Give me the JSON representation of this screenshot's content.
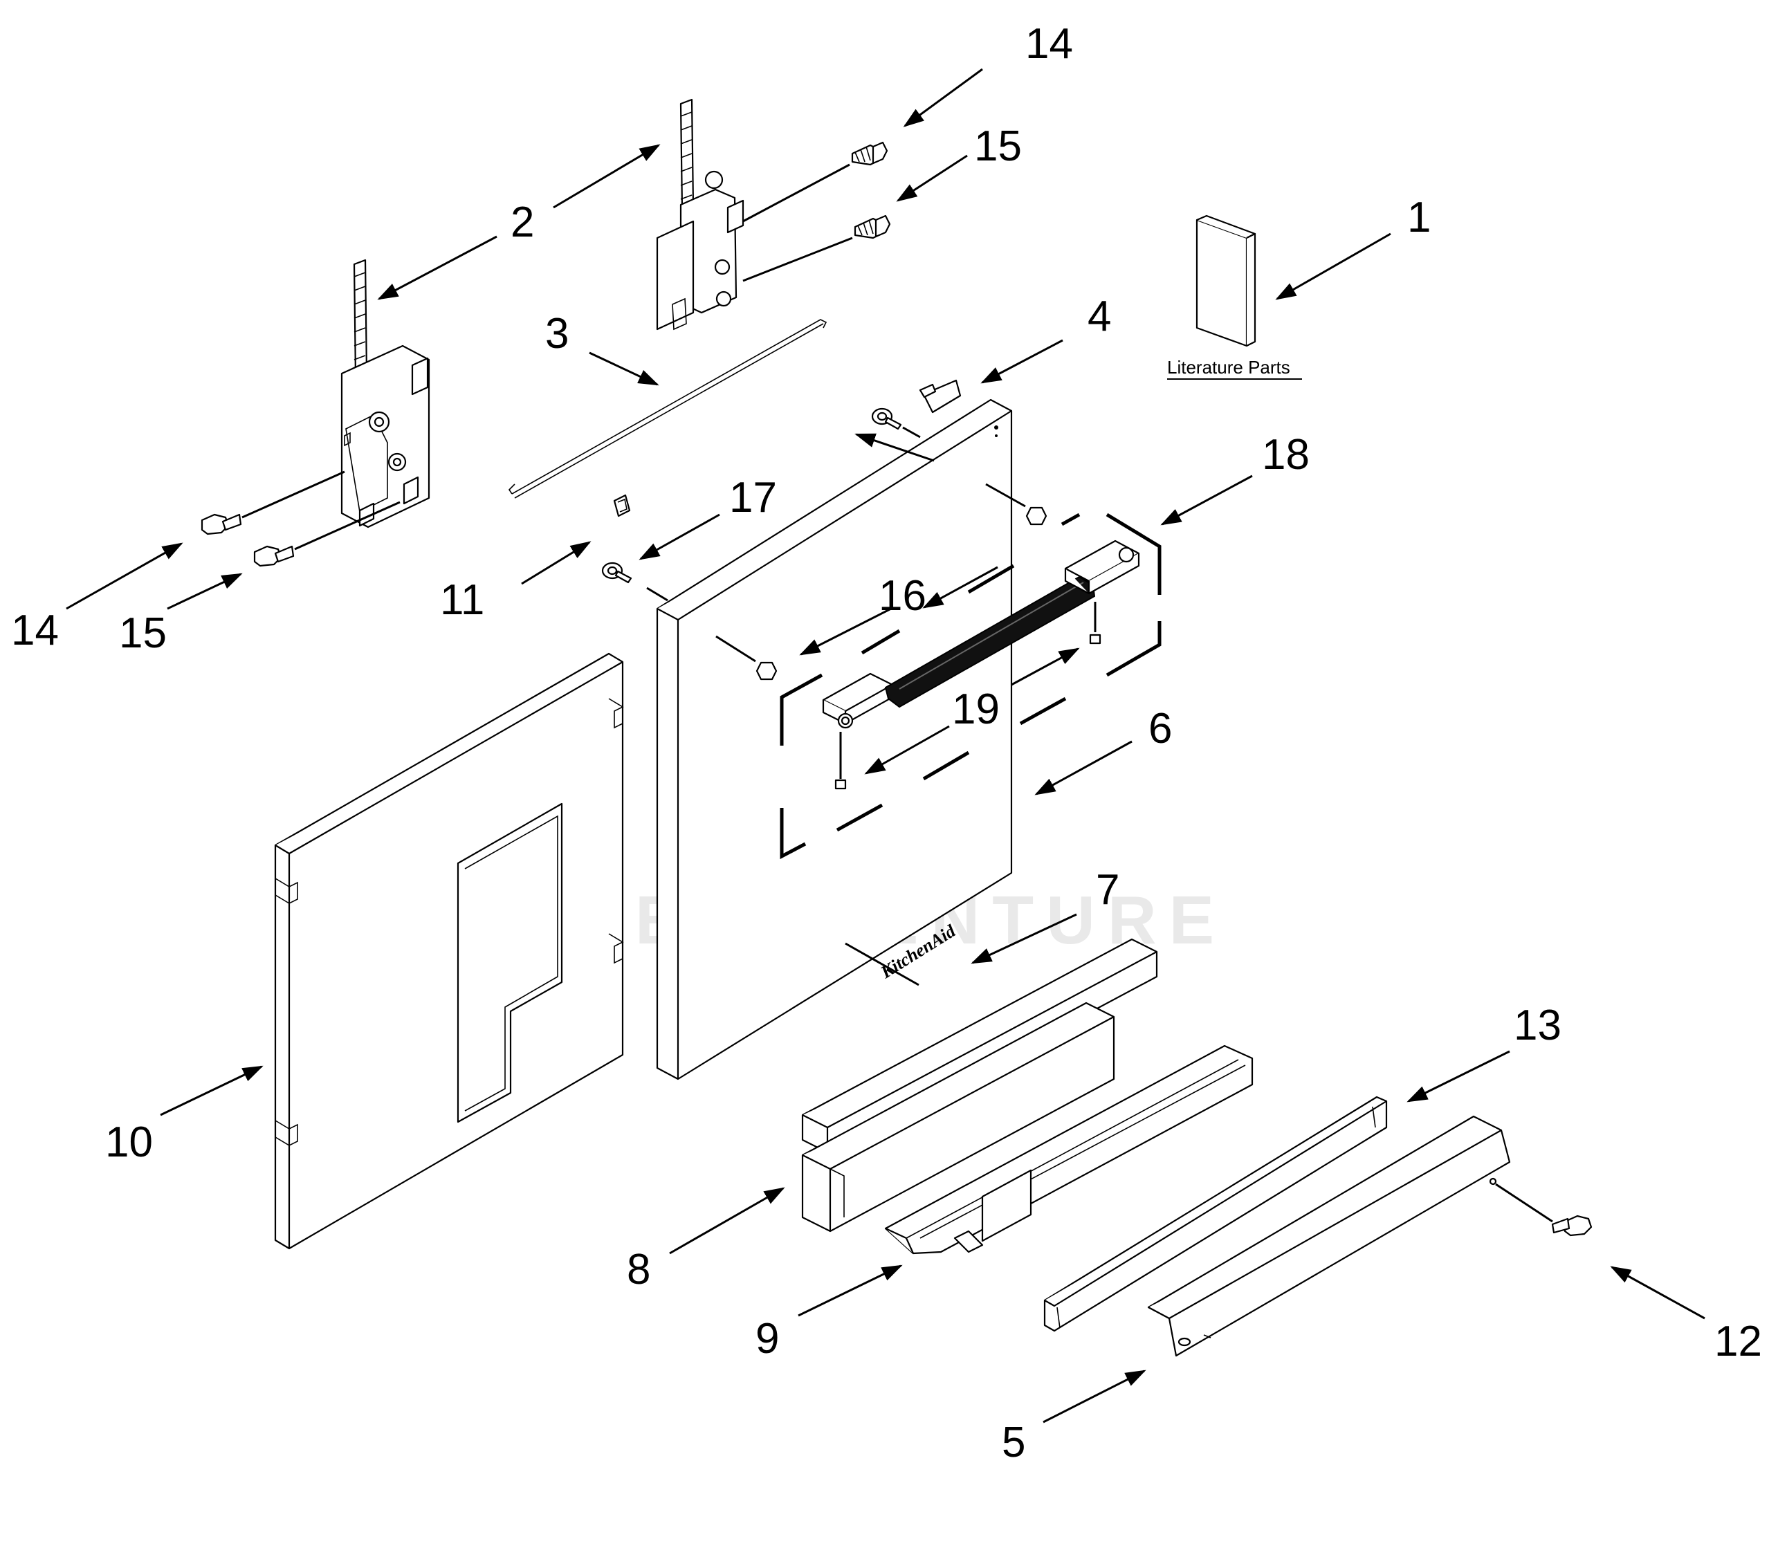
{
  "watermark": {
    "text": "LEADVENTURE"
  },
  "literature": {
    "label": "Literature Parts"
  },
  "brand_mark": {
    "text": "KitchenAid"
  },
  "callouts": [
    {
      "id": "c14a",
      "label": "14"
    },
    {
      "id": "c15a",
      "label": "15"
    },
    {
      "id": "c2",
      "label": "2"
    },
    {
      "id": "c1",
      "label": "1"
    },
    {
      "id": "c3",
      "label": "3"
    },
    {
      "id": "c4",
      "label": "4"
    },
    {
      "id": "c18",
      "label": "18"
    },
    {
      "id": "c17",
      "label": "17"
    },
    {
      "id": "c11",
      "label": "11"
    },
    {
      "id": "c16",
      "label": "16"
    },
    {
      "id": "c14b",
      "label": "14"
    },
    {
      "id": "c15b",
      "label": "15"
    },
    {
      "id": "c19",
      "label": "19"
    },
    {
      "id": "c6",
      "label": "6"
    },
    {
      "id": "c7",
      "label": "7"
    },
    {
      "id": "c13",
      "label": "13"
    },
    {
      "id": "c10",
      "label": "10"
    },
    {
      "id": "c8",
      "label": "8"
    },
    {
      "id": "c9",
      "label": "9"
    },
    {
      "id": "c12",
      "label": "12"
    },
    {
      "id": "c5",
      "label": "5"
    }
  ],
  "colors": {
    "line": "#000000",
    "background": "#ffffff",
    "watermark": "#e9e9e9"
  }
}
